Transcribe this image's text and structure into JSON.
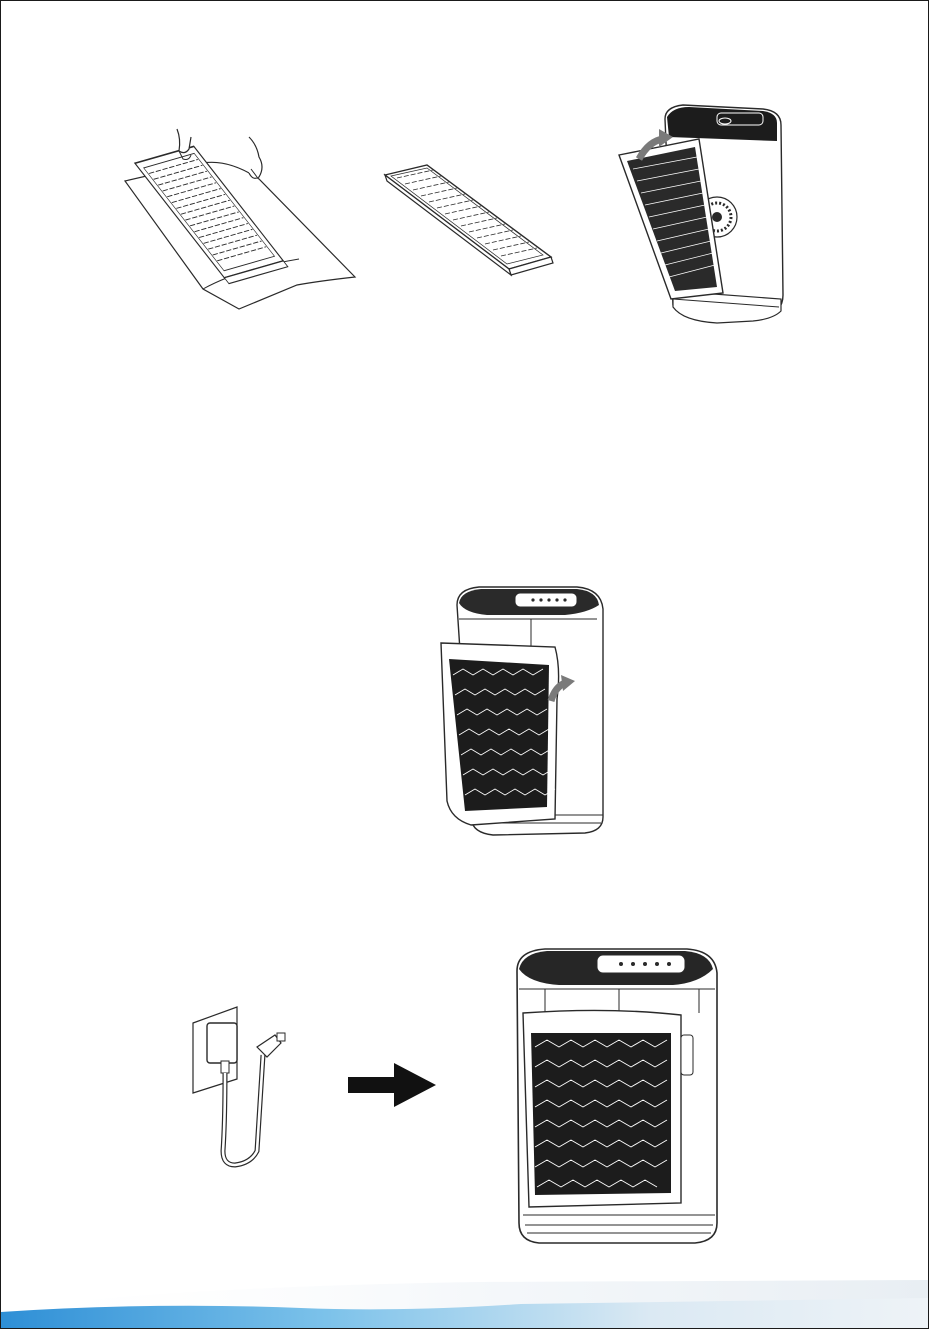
{
  "colors": {
    "line": "#2a2a2a",
    "mesh": "#1c1c1c",
    "arrow_gray": "#7a7a7a",
    "footer_blue": "#4aa3dd",
    "footer_light": "#e6eef5"
  },
  "illustrations": [
    {
      "name": "filter-unwrap",
      "icon": "hands-unwrapping-filter"
    },
    {
      "name": "filter-unwrapped",
      "icon": "filter-cartridge"
    },
    {
      "name": "filter-insert",
      "icon": "purifier-open-filter-insert"
    },
    {
      "name": "cover-attach",
      "icon": "purifier-front-cover-attach"
    },
    {
      "name": "power-adapter",
      "icon": "wall-plug-adapter"
    },
    {
      "name": "step-arrow",
      "icon": "right-arrow"
    },
    {
      "name": "purifier-assembled",
      "icon": "purifier-complete"
    }
  ]
}
